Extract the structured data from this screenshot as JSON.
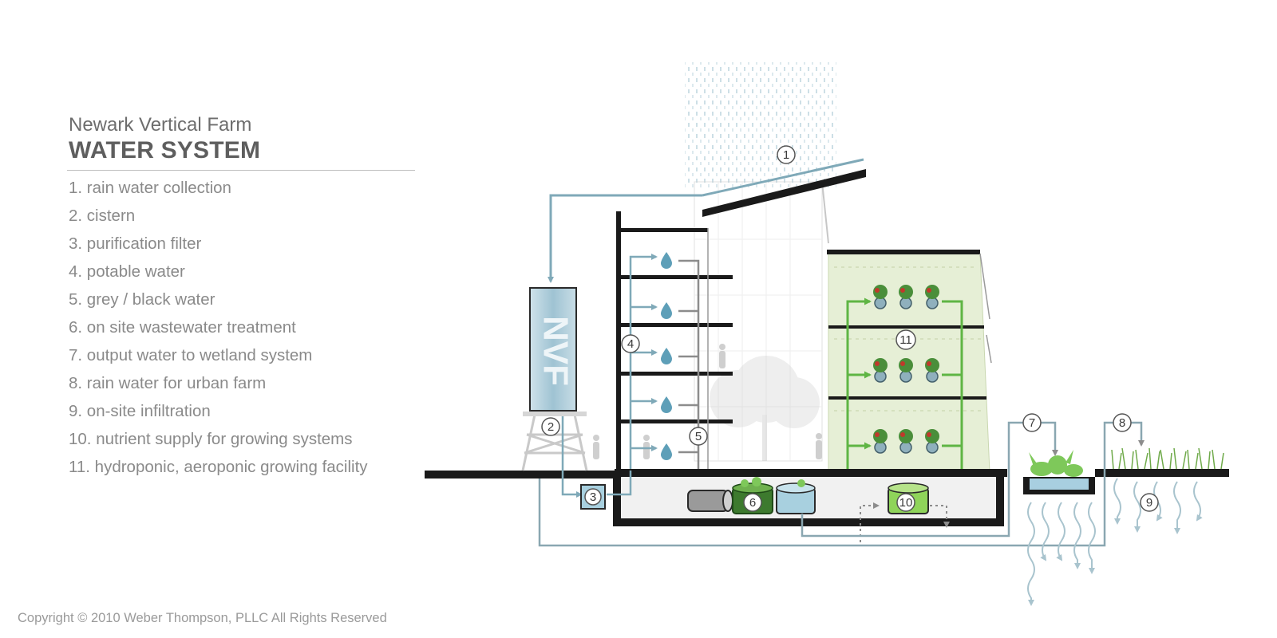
{
  "legend": {
    "subtitle": "Newark Vertical Farm",
    "title": "WATER SYSTEM",
    "items": [
      "1. rain water collection",
      "2. cistern",
      "3. purification filter",
      "4. potable water",
      "5. grey / black water",
      "6. on site wastewater treatment",
      "7. output water to wetland system",
      "8. rain water for urban farm",
      "9. on-site infiltration",
      "10. nutrient supply for growing systems",
      "11. hydroponic, aeroponic growing facility"
    ]
  },
  "callouts": [
    "1",
    "2",
    "3",
    "4",
    "5",
    "6",
    "7",
    "8",
    "9",
    "10",
    "11"
  ],
  "cistern_mark": "NVF",
  "copyright": "Copyright © 2010 Weber Thompson, PLLC All Rights Reserved",
  "colors": {
    "rain_pipe": "#7fa9b8",
    "grey_water": "#8c8c8c",
    "nutrient_green": "#5fb544",
    "farm_fill": "#e6efd6",
    "structure": "#1a1a1a",
    "wetland": "#7ec85a"
  }
}
